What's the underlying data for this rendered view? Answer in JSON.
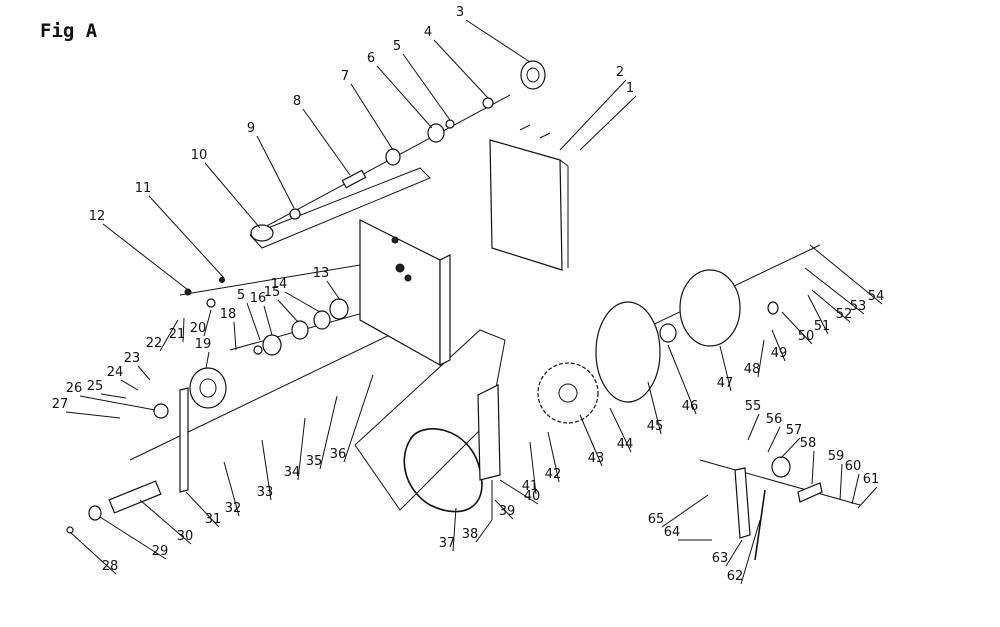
{
  "figure": {
    "title": "Fig A"
  },
  "callouts": [
    "1",
    "2",
    "3",
    "4",
    "5",
    "6",
    "7",
    "8",
    "9",
    "10",
    "11",
    "12",
    "13",
    "14",
    "5",
    "16",
    "15",
    "18",
    "19",
    "20",
    "21",
    "22",
    "23",
    "24",
    "25",
    "26",
    "27",
    "28",
    "29",
    "30",
    "31",
    "32",
    "33",
    "34",
    "35",
    "36",
    "37",
    "38",
    "39",
    "40",
    "41",
    "42",
    "43",
    "44",
    "45",
    "46",
    "47",
    "48",
    "49",
    "50",
    "51",
    "52",
    "53",
    "54",
    "55",
    "56",
    "57",
    "58",
    "59",
    "60",
    "61",
    "62",
    "63",
    "64",
    "65"
  ],
  "colors": {
    "ink": "#111111",
    "paper": "#ffffff"
  }
}
